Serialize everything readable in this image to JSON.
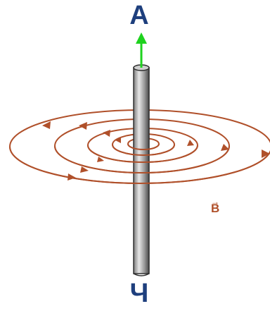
{
  "labels": {
    "top": "А",
    "bottom": "Ч",
    "field": "B",
    "field_vector_mark": "→"
  },
  "colors": {
    "label_text": "#1e3f7d",
    "field_lines": "#b0502a",
    "wire_arrow": "#1ed21e",
    "wire_light": "#e7e7e7",
    "wire_dark": "#5e5e5e"
  },
  "icons": {
    "field_arrowhead": "arrowhead",
    "current_arrow": "up-arrow"
  }
}
